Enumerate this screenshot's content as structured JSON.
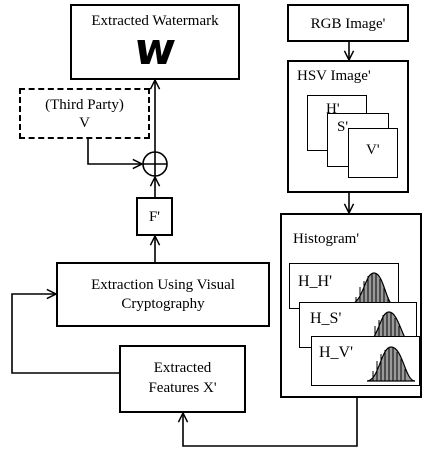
{
  "nodes": {
    "extracted_watermark": "Extracted Watermark",
    "watermark_glyph": "w",
    "third_party_line1": "(Third Party)",
    "third_party_line2": "V",
    "f_prime": "F'",
    "extraction_line1": "Extraction Using Visual",
    "extraction_line2": "Cryptography",
    "features_line1": "Extracted",
    "features_line2": "Features X'",
    "rgb_image": "RGB Image'",
    "hsv_image": "HSV Image'",
    "h_channel": "H'",
    "s_channel": "S'",
    "v_channel": "V'",
    "histogram": "Histogram'",
    "hist_h": "H_H'",
    "hist_s": "H_S'",
    "hist_v": "H_V'"
  },
  "colors": {
    "stroke": "#000000",
    "hist_fill": "#9a9a9a",
    "background": "#ffffff"
  },
  "icons": {
    "xor": "circle-plus-icon",
    "arrow": "arrow-head-icon"
  }
}
